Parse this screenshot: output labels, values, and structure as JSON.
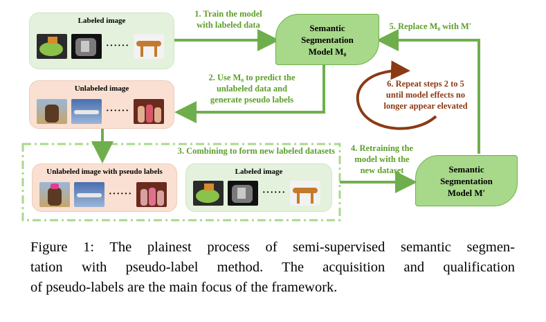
{
  "boxes": {
    "labeled_top": {
      "title": "Labeled image"
    },
    "unlabeled": {
      "title": "Unlabeled image"
    },
    "pseudo": {
      "title": "Unlabeled image with pseudo labels"
    },
    "labeled_bottom": {
      "title": "Labeled image"
    }
  },
  "ellipsis": "······",
  "models": {
    "m0": {
      "line1": "Semantic",
      "line2": "Segmentation",
      "line3": "Model M₀"
    },
    "mprime": {
      "line1": "Semantic",
      "line2": "Segmentation",
      "line3": "Model M′"
    }
  },
  "steps": {
    "s1": {
      "line1": "1. Train the model",
      "line2": "with labeled data"
    },
    "s2": {
      "line1": "2. Use M₀ to predict the",
      "line2": "unlabeled data and",
      "line3": "generate pseudo labels"
    },
    "s3": {
      "text": "3. Combining to form new labeled datasets"
    },
    "s4": {
      "line1": "4. Retraining the",
      "line2": "model with the",
      "line3": "new dataset"
    },
    "s5": {
      "text": "5. Replace M₀ with M′"
    },
    "s6": {
      "line1": "6. Repeat steps 2 to 5",
      "line2": "until model effects no",
      "line3": "longer appear elevated"
    }
  },
  "caption": {
    "line1": "Figure 1: The plainest process of semi-supervised semantic segmen-",
    "line2": "tation with pseudo-label method. The acquisition and qualification",
    "line3": "of pseudo-labels are the main focus of the framework."
  },
  "colors": {
    "green_arrow": "#6fae4c",
    "green_text": "#5c9e2a",
    "brown": "#8b3a14",
    "labeled_box": "#e4f1dc",
    "unlabeled_box": "#f9e0d2",
    "model_fill": "#a8d88a"
  },
  "icons": [
    "arrow-right-icon",
    "arrow-left-icon",
    "arrow-down-icon",
    "circular-arrow-icon"
  ]
}
